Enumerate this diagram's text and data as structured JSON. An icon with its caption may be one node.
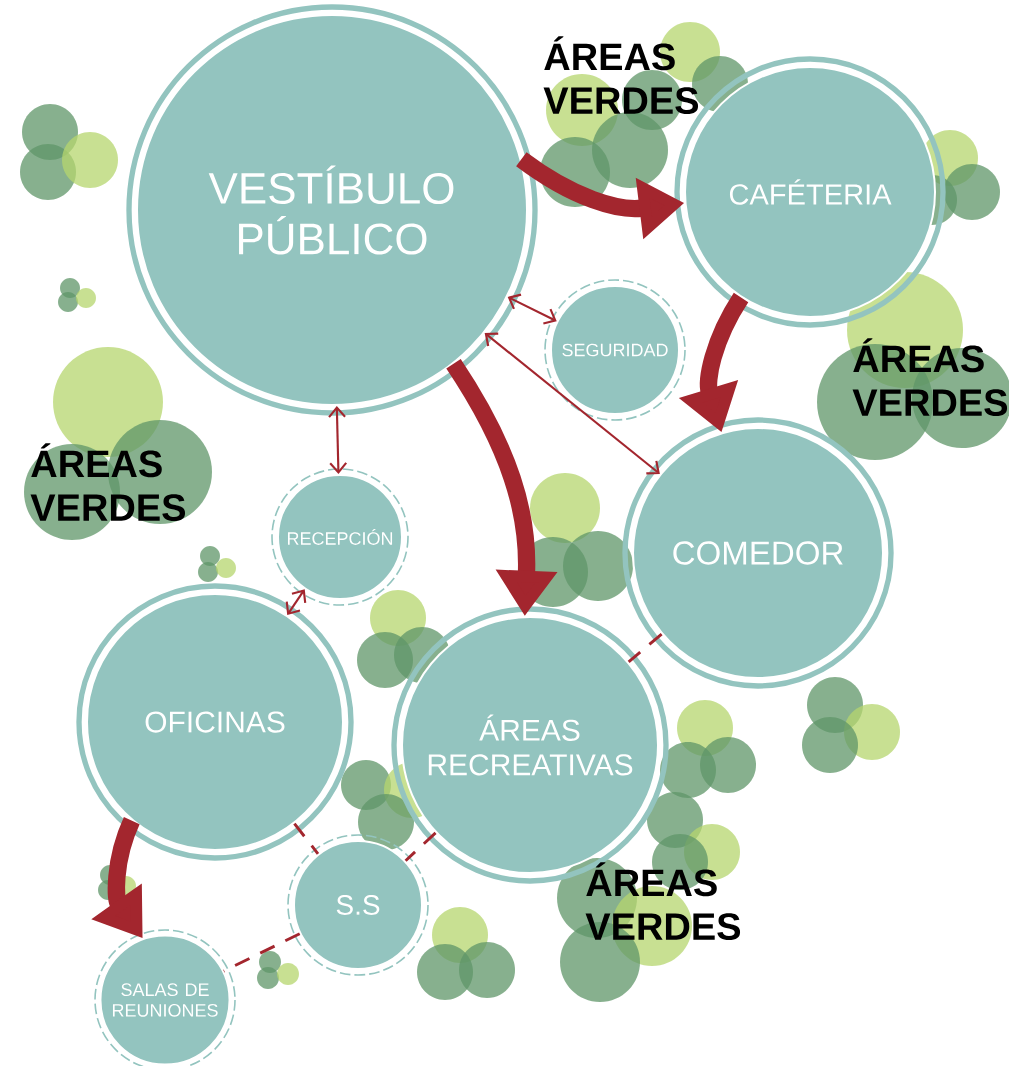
{
  "diagram": {
    "nodes": [
      {
        "text": [
          "VESTÍBULO PÚBLICO"
        ]
      },
      {
        "text": [
          "CAFÉTERIA"
        ]
      },
      {
        "text": [
          "SEGURIDAD"
        ]
      },
      {
        "text": [
          "COMEDOR"
        ]
      },
      {
        "text": [
          "RECEPCIÓN"
        ]
      },
      {
        "text": [
          "OFICINAS"
        ]
      },
      {
        "text": [
          "ÁREAS RECREATIVAS"
        ]
      },
      {
        "text": [
          "S.S"
        ]
      },
      {
        "text": [
          "SALAS DE REUNIONES"
        ]
      }
    ],
    "edges": [
      {
        "from": 0,
        "to": 1,
        "arrow": "to",
        "style": "thick"
      },
      {
        "from": 0,
        "to": 2,
        "arrow": "both"
      },
      {
        "from": 0,
        "to": 3,
        "arrow": "both"
      },
      {
        "from": 0,
        "to": 4,
        "arrow": "both"
      },
      {
        "from": 0,
        "to": 6,
        "arrow": "to",
        "style": "thick"
      },
      {
        "from": 1,
        "to": 3,
        "arrow": "to",
        "style": "thick"
      },
      {
        "from": 4,
        "to": 5,
        "arrow": "both"
      },
      {
        "from": 5,
        "to": 8,
        "arrow": "to",
        "style": "thick"
      },
      {
        "from": 3,
        "to": 6,
        "arrow": "none",
        "style": "dashed"
      },
      {
        "from": 5,
        "to": 7,
        "arrow": "none",
        "style": "dashed"
      },
      {
        "from": 6,
        "to": 7,
        "arrow": "none",
        "style": "dashed"
      },
      {
        "from": 7,
        "to": 8,
        "arrow": "none",
        "style": "dashed"
      }
    ],
    "labels": [
      "ÁREAS VERDES",
      "ÁREAS VERDES",
      "ÁREAS VERDES",
      "ÁREAS VERDES"
    ]
  }
}
